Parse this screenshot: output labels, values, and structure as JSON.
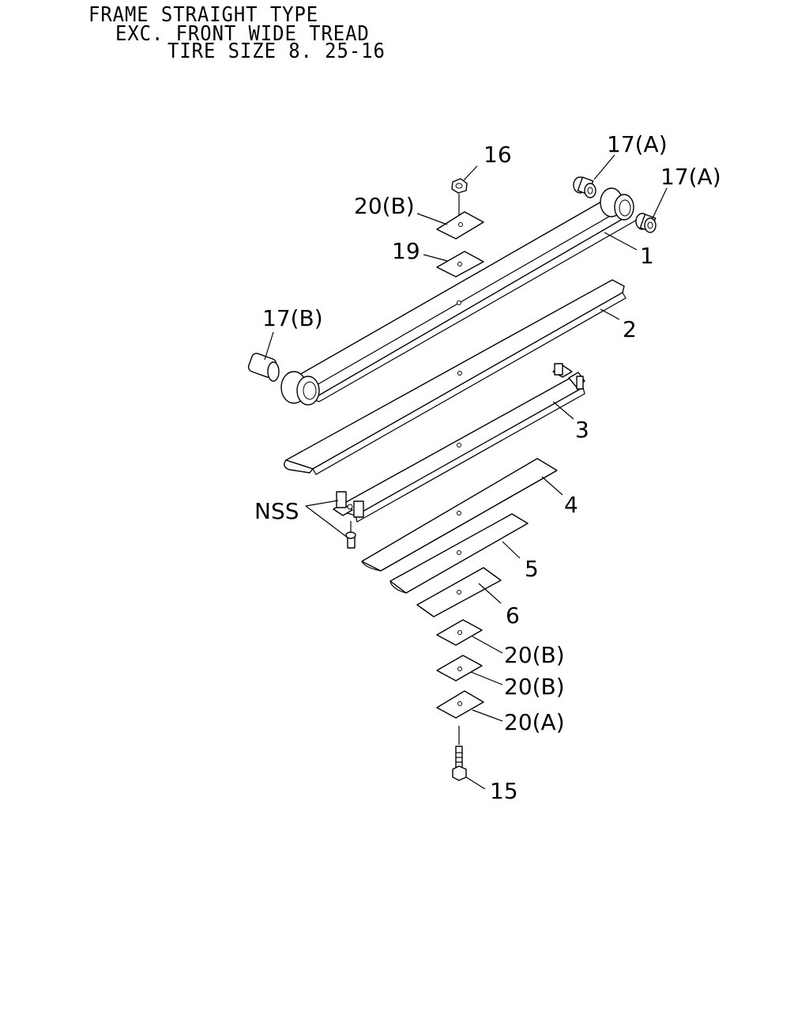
{
  "header": {
    "line1": "FRAME STRAIGHT TYPE",
    "line2": "EXC. FRONT WIDE TREAD",
    "line3": "TIRE SIZE 8. 25-16"
  },
  "callouts": {
    "c1": "1",
    "c2": "2",
    "c3": "3",
    "c4": "4",
    "c5": "5",
    "c6": "6",
    "c15": "15",
    "c16": "16",
    "c17a_top": "17(A)",
    "c17a_right": "17(A)",
    "c17b": "17(B)",
    "c19": "19",
    "c20b_top": "20(B)",
    "c20b_1": "20(B)",
    "c20b_2": "20(B)",
    "c20a": "20(A)",
    "nss": "NSS"
  },
  "colors": {
    "line": "#000000",
    "background": "#ffffff"
  }
}
